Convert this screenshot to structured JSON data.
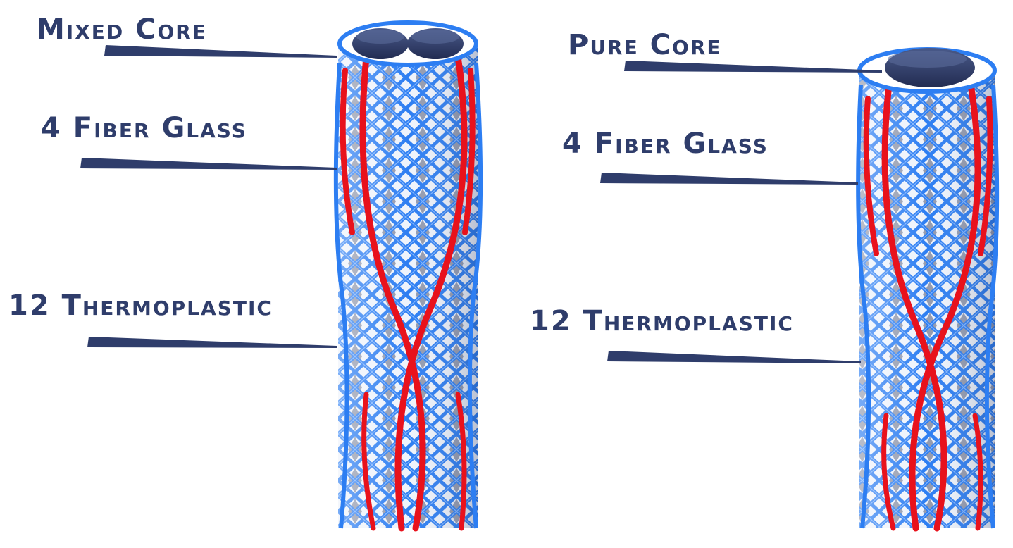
{
  "colors": {
    "label_text": "#2f3d6b",
    "leader_line": "#2f3d6b",
    "core": "#2c3a66",
    "fiber_glass": "#e8121c",
    "thermoplastic": "#2d7ef2",
    "background": "#ffffff"
  },
  "left_diagram": {
    "core_label": "Mixed Core",
    "fiber_label": "4  Fiber Glass",
    "thermo_label": "12 Thermoplastic"
  },
  "right_diagram": {
    "core_label": "Pure Core",
    "fiber_label": "4  Fiber Glass",
    "thermo_label": "12 Thermoplastic"
  }
}
